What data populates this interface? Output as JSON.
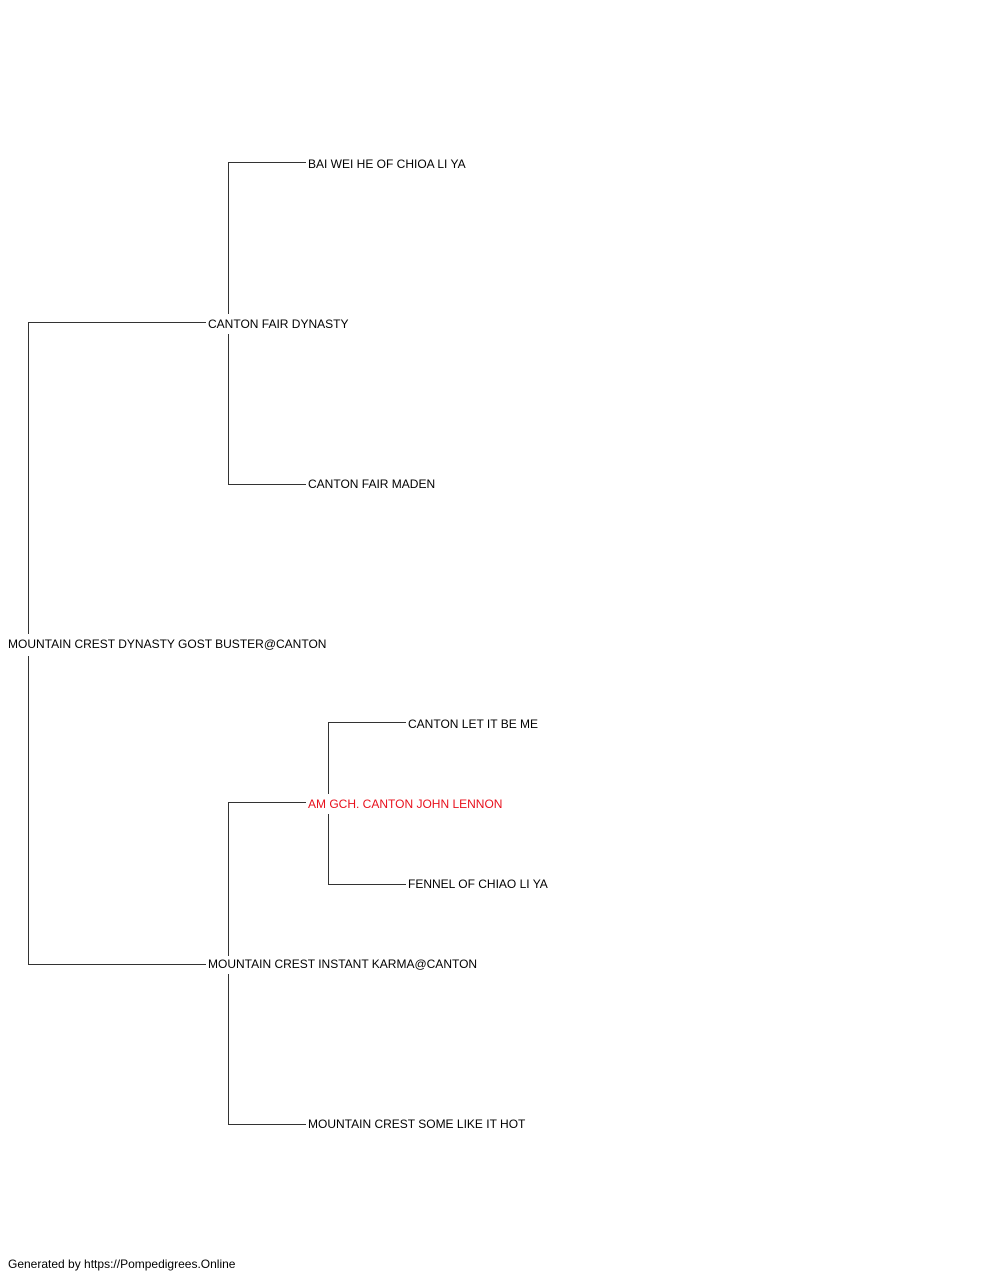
{
  "pedigree": {
    "subject": {
      "name": "MOUNTAIN CREST DYNASTY GOST BUSTER@CANTON"
    },
    "sire": {
      "name": "CANTON FAIR DYNASTY"
    },
    "dam": {
      "name": "MOUNTAIN CREST INSTANT KARMA@CANTON"
    },
    "sire_sire": {
      "name": "BAI WEI HE OF CHIOA LI YA"
    },
    "sire_dam": {
      "name": "CANTON FAIR MADEN"
    },
    "dam_sire": {
      "name": "AM GCH. CANTON JOHN LENNON"
    },
    "dam_dam": {
      "name": "MOUNTAIN CREST SOME LIKE IT HOT"
    },
    "dam_sire_sire": {
      "name": "CANTON LET IT BE ME"
    },
    "dam_sire_dam": {
      "name": "FENNEL OF CHIAO LI YA"
    }
  },
  "colors": {
    "line": "#333333",
    "text": "#000000",
    "highlight": "#e8101c"
  },
  "footer": {
    "text": "Generated by https://Pompedigrees.Online"
  }
}
